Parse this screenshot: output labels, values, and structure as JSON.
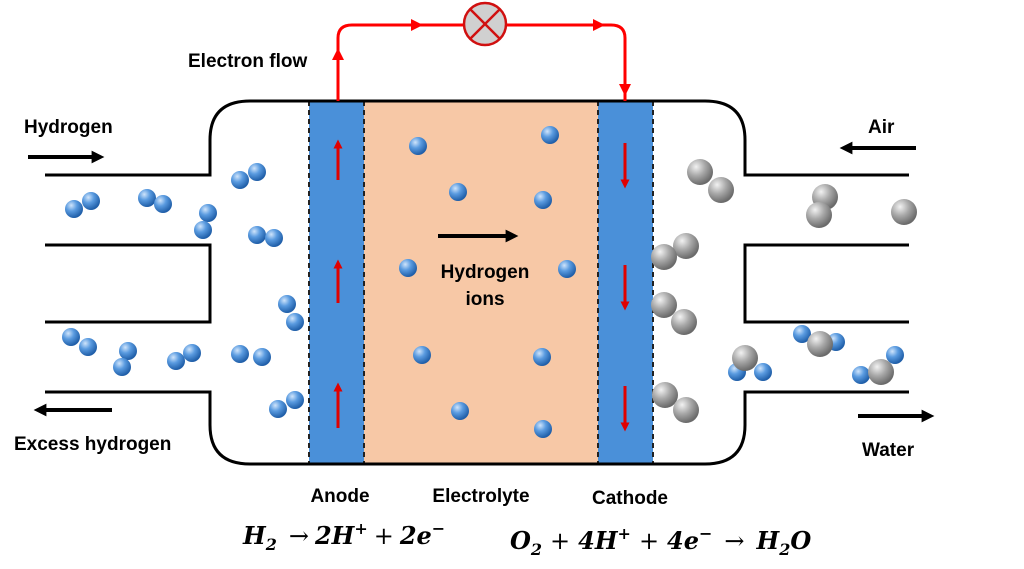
{
  "labels": {
    "hydrogen_in": "Hydrogen",
    "excess_hydrogen": "Excess hydrogen",
    "air": "Air",
    "water": "Water",
    "electron_flow": "Electron flow",
    "hydrogen_ions_line1": "Hydrogen",
    "hydrogen_ions_line2": "ions",
    "anode": "Anode",
    "electrolyte": "Electrolyte",
    "cathode": "Cathode"
  },
  "equations": {
    "anode": {
      "h": "H",
      "sub2": "2",
      "arrow": "→",
      "coef1": "2H",
      "plus_sign": "+",
      "op_plus": "+",
      "coef2": "2e",
      "minus_sign": "−"
    },
    "cathode": {
      "o": "O",
      "sub2a": "2",
      "op_plus1": "+",
      "coef1": "4H",
      "plus_sign": "+",
      "op_plus2": "+",
      "coef2": "4e",
      "minus_sign": "−",
      "arrow": "→",
      "h": "H",
      "sub2b": "2",
      "o2": "O"
    }
  },
  "colors": {
    "electrode": "#4a90d9",
    "electrolyte": "#f7c8a6",
    "wire": "#ff0000",
    "arrow_red": "#e00000",
    "hydrogen_molecule": "#4a90d9",
    "oxygen_molecule": "#a0a0a0",
    "lamp": "#d0d0d0"
  },
  "icons": {
    "load": "lamp-symbol-icon",
    "hydrogen": "blue-sphere-icon",
    "oxygen": "gray-sphere-icon"
  }
}
